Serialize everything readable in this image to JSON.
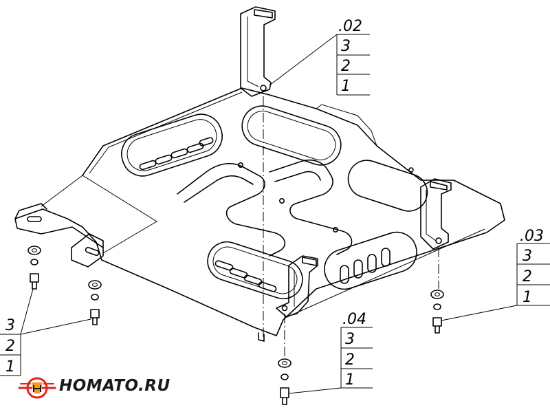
{
  "drawing": {
    "callouts": [
      {
        "id": "02",
        "label": ".02",
        "items": [
          "3",
          "2",
          "1"
        ]
      },
      {
        "id": "03",
        "label": ".03",
        "items": [
          "3",
          "2",
          "1"
        ]
      },
      {
        "id": "04",
        "label": ".04",
        "items": [
          "3",
          "2",
          "1"
        ]
      },
      {
        "id": "left",
        "label": "",
        "items": [
          "3",
          "2",
          "1"
        ]
      }
    ]
  },
  "brand": {
    "name": "HOMATO.RU",
    "logo_icon": "homato-logo-icon",
    "colors": {
      "red": "#e0231c",
      "orange": "#f39a1e",
      "dark": "#1a1a1a"
    }
  }
}
